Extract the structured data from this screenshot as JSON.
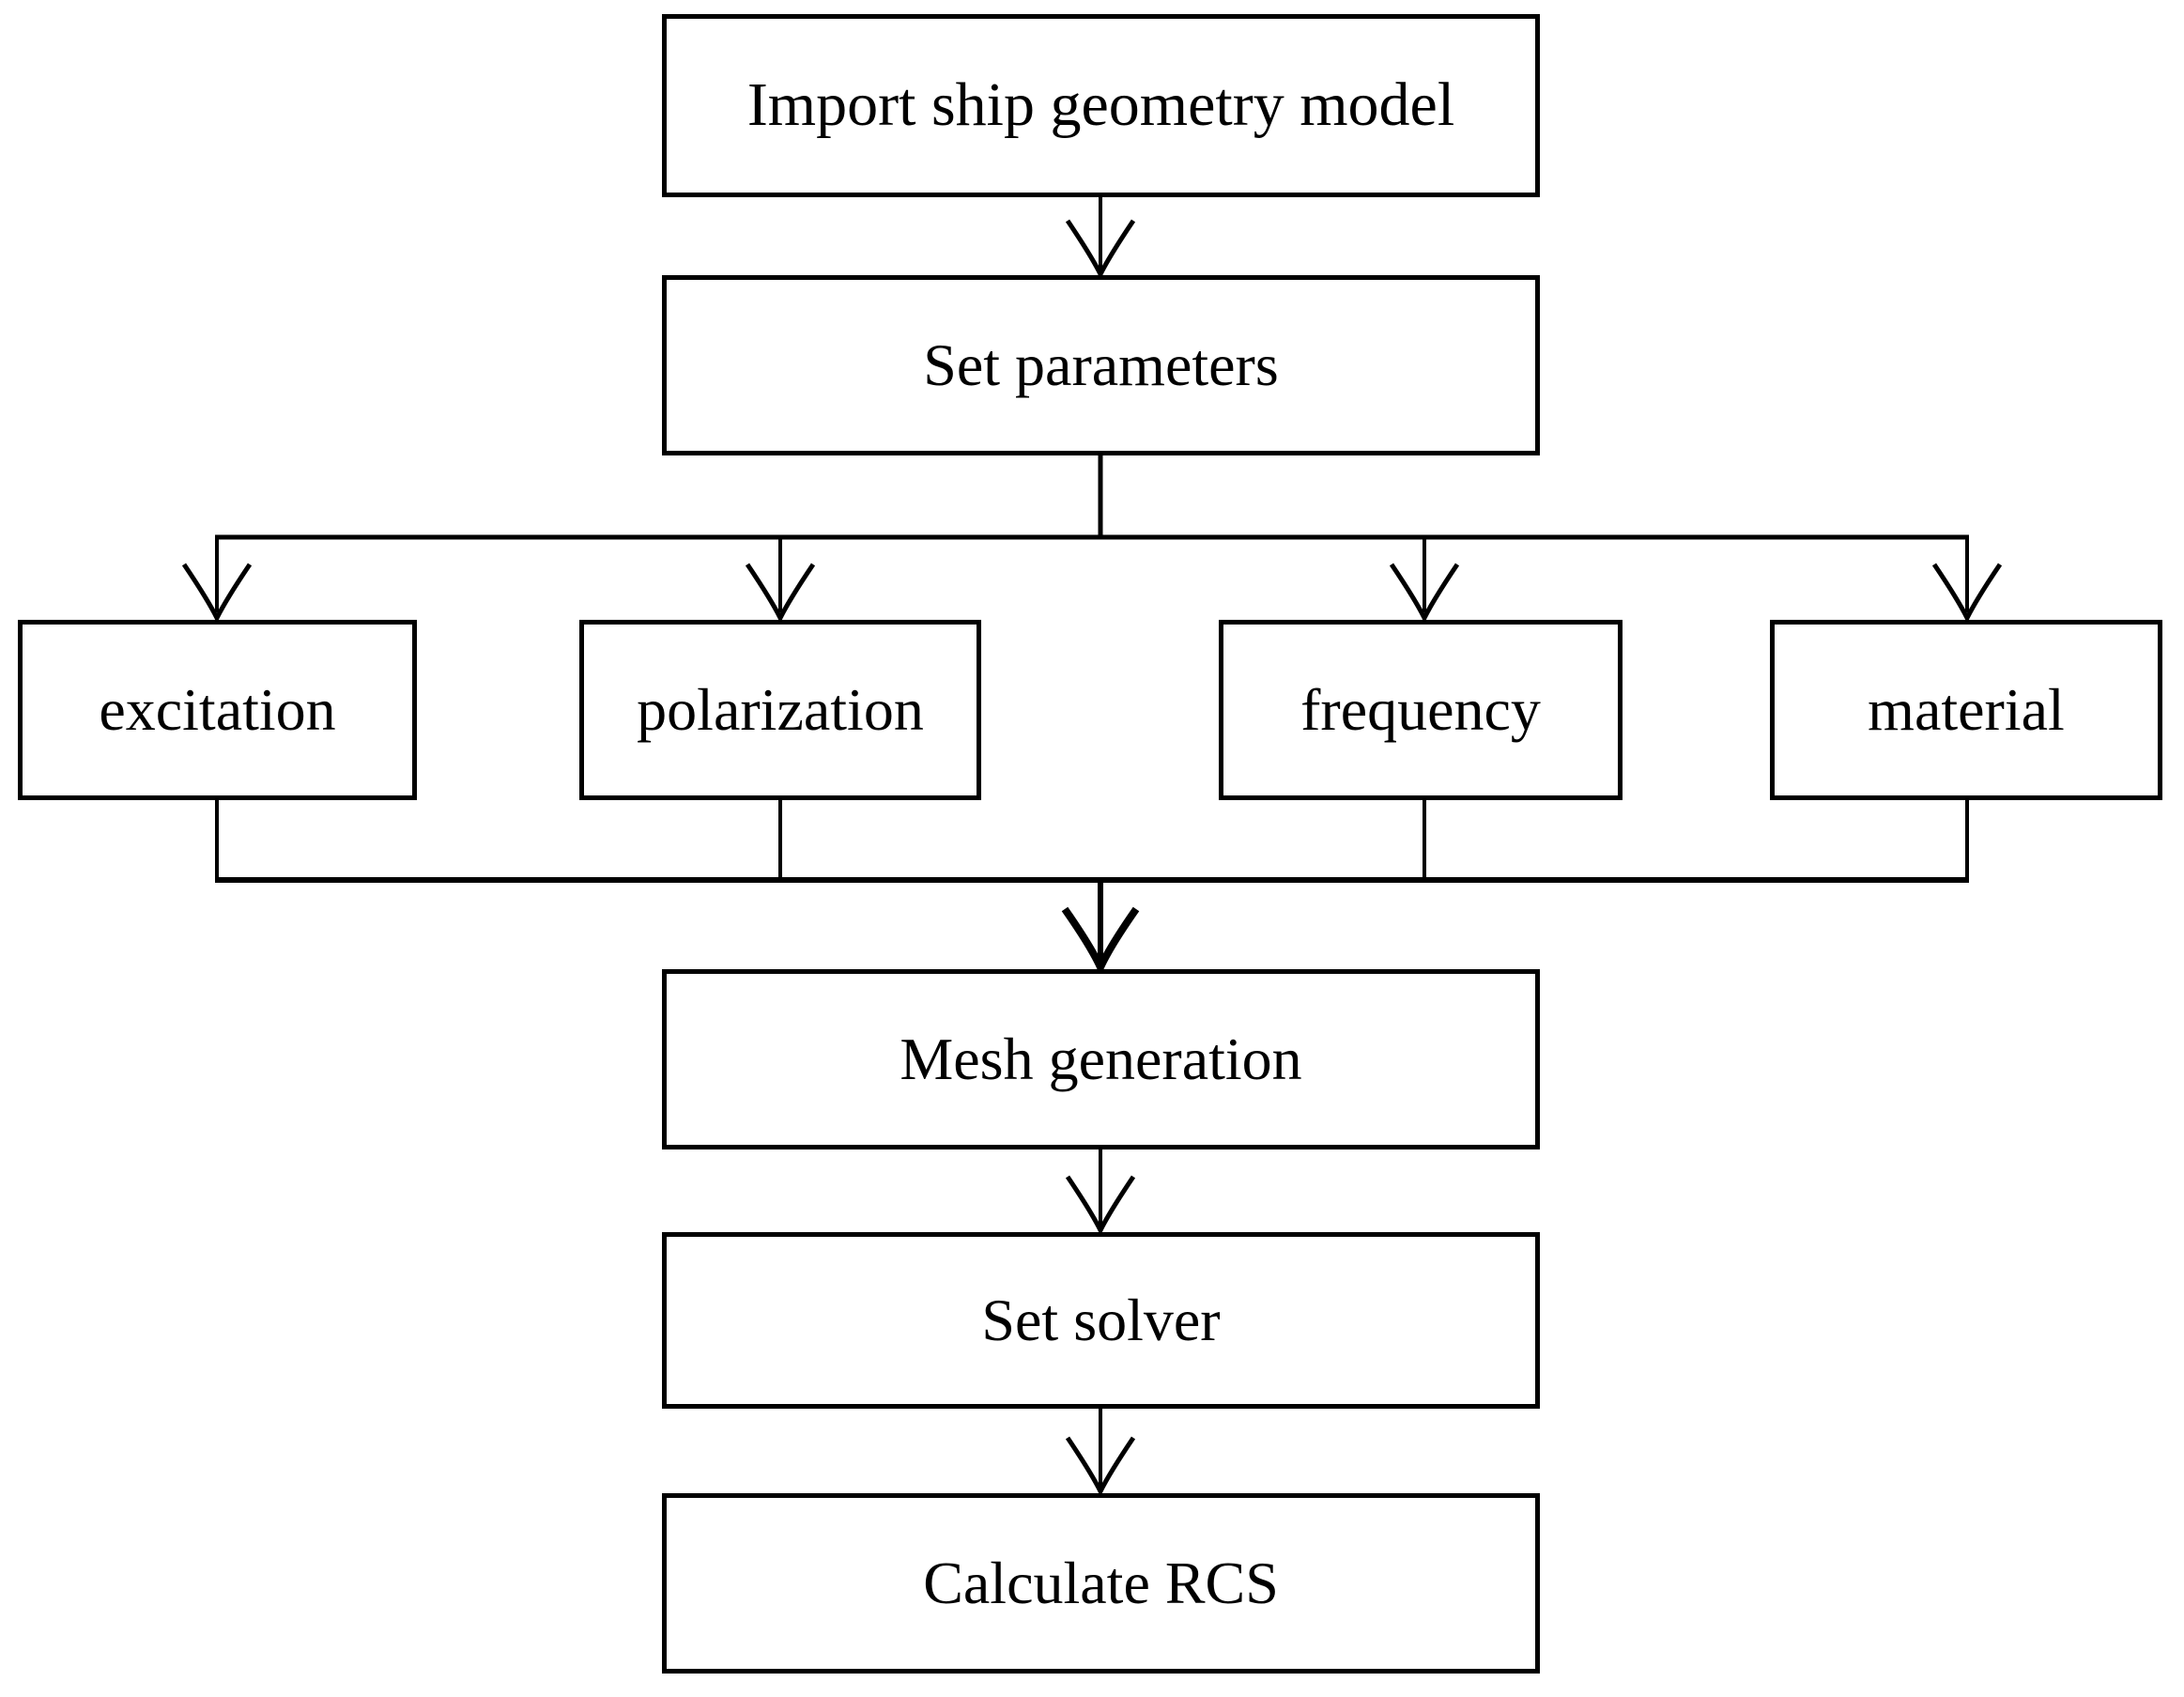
{
  "diagram": {
    "type": "flowchart",
    "background": "#ffffff",
    "colors": {
      "line": "#000000",
      "box_fill": "#ffffff",
      "text": "#000000"
    },
    "nodes": {
      "import_model": {
        "label": "Import ship geometry model"
      },
      "set_parameters": {
        "label": "Set parameters"
      },
      "excitation": {
        "label": "excitation"
      },
      "polarization": {
        "label": "polarization"
      },
      "frequency": {
        "label": "frequency"
      },
      "material": {
        "label": "material"
      },
      "mesh_generation": {
        "label": "Mesh generation"
      },
      "set_solver": {
        "label": "Set solver"
      },
      "calculate_rcs": {
        "label": "Calculate RCS"
      }
    },
    "edges": [
      {
        "from": "import_model",
        "to": "set_parameters"
      },
      {
        "from": "set_parameters",
        "to": "excitation"
      },
      {
        "from": "set_parameters",
        "to": "polarization"
      },
      {
        "from": "set_parameters",
        "to": "frequency"
      },
      {
        "from": "set_parameters",
        "to": "material"
      },
      {
        "from": "excitation",
        "to": "mesh_generation"
      },
      {
        "from": "polarization",
        "to": "mesh_generation"
      },
      {
        "from": "frequency",
        "to": "mesh_generation"
      },
      {
        "from": "material",
        "to": "mesh_generation"
      },
      {
        "from": "mesh_generation",
        "to": "set_solver"
      },
      {
        "from": "set_solver",
        "to": "calculate_rcs"
      }
    ]
  }
}
